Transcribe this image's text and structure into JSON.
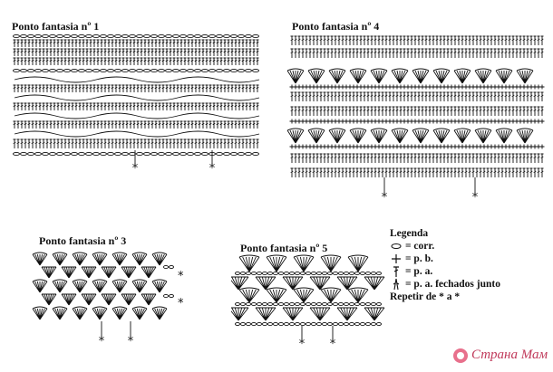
{
  "charts": [
    {
      "title": "Ponto fantasia nº 1",
      "repeat_marker": "*"
    },
    {
      "title": "Ponto fantasia nº 4",
      "repeat_marker": "*"
    },
    {
      "title": "Ponto fantasia nº 3",
      "repeat_marker": "*"
    },
    {
      "title": "Ponto fantasia nº 5",
      "repeat_marker": "*"
    }
  ],
  "legend": {
    "title": "Legenda",
    "items": [
      {
        "icon": "chain-oval-icon",
        "label": "= corr."
      },
      {
        "icon": "plus-icon",
        "label": "= p. b."
      },
      {
        "icon": "double-crochet-icon",
        "label": "= p. a."
      },
      {
        "icon": "cluster-icon",
        "label": "= p. a. fechados junto"
      }
    ],
    "repeat_note": "Repetir de * a *"
  },
  "watermark": {
    "text": "Страна Мам"
  }
}
